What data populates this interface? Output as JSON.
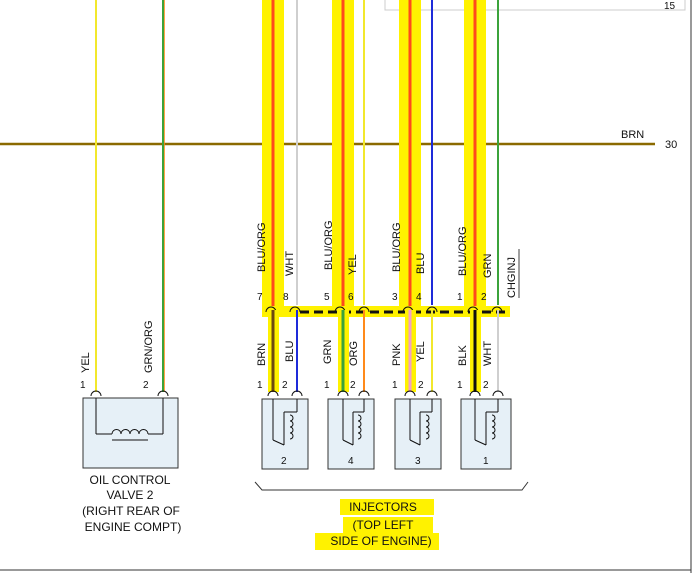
{
  "colors": {
    "highlight": "#FFF200",
    "trace_red": "#FF4A1C",
    "brown": "#8B6A00",
    "yel": "#F2E82C",
    "grn": "#3BA33B",
    "blu": "#1E2BD9",
    "brn": "#6E4A10",
    "org": "#FF8A1A",
    "pnk": "#F2A0C6",
    "blk": "#111111",
    "wht": "#BDBDBD"
  },
  "top_bus": {
    "label": "BRN",
    "ref": "30"
  },
  "corner_ref": "15",
  "oil_control_valve": {
    "pins": [
      {
        "num": "1",
        "wire": "YEL"
      },
      {
        "num": "2",
        "wire": "GRN/ORG"
      }
    ],
    "caption": [
      "OIL CONTROL",
      "VALVE 2",
      "(RIGHT REAR OF",
      "ENGINE COMPT)"
    ]
  },
  "harness_pins": [
    {
      "num": "7",
      "wire": "BLU/ORG"
    },
    {
      "num": "8",
      "wire": "WHT"
    },
    {
      "num": "5",
      "wire": "BLU/ORG"
    },
    {
      "num": "6",
      "wire": "YEL"
    },
    {
      "num": "3",
      "wire": "BLU/ORG"
    },
    {
      "num": "4",
      "wire": "BLU"
    },
    {
      "num": "1",
      "wire": "BLU/ORG"
    },
    {
      "num": "2",
      "wire": "GRN"
    }
  ],
  "chginj_label": "CHGINJ",
  "injectors": [
    {
      "id": "2",
      "pin1": {
        "num": "1",
        "wire": "BRN"
      },
      "pin2": {
        "num": "2",
        "wire": "BLU"
      }
    },
    {
      "id": "4",
      "pin1": {
        "num": "1",
        "wire": "GRN"
      },
      "pin2": {
        "num": "2",
        "wire": "ORG"
      }
    },
    {
      "id": "3",
      "pin1": {
        "num": "1",
        "wire": "PNK"
      },
      "pin2": {
        "num": "2",
        "wire": "YEL"
      }
    },
    {
      "id": "1",
      "pin1": {
        "num": "1",
        "wire": "BLK"
      },
      "pin2": {
        "num": "2",
        "wire": "WHT"
      }
    }
  ],
  "injectors_caption": [
    "INJECTORS",
    "(TOP LEFT",
    "SIDE OF ENGINE)"
  ]
}
